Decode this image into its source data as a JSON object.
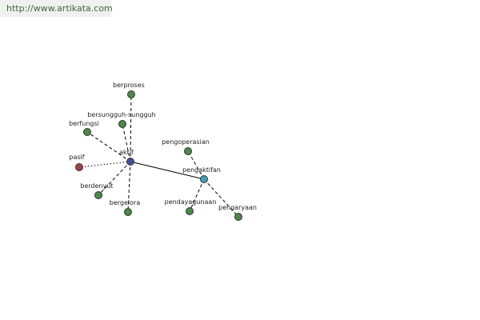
{
  "header": {
    "url": "http://www.artikata.com"
  },
  "colors": {
    "edge": "#000000",
    "label": "#222222",
    "node_default": "#4a8a46",
    "node_center": "#3f4fa0",
    "node_hub": "#3aa3b8",
    "node_antonym": "#a14343",
    "url_text": "#3d6b37"
  },
  "graph": {
    "nodes": [
      {
        "id": "aktif",
        "label": "aktif",
        "role": "center"
      },
      {
        "id": "pengaktifan",
        "label": "pengaktifan",
        "role": "hub"
      },
      {
        "id": "pasif",
        "label": "pasif",
        "role": "antonym"
      },
      {
        "id": "berproses",
        "label": "berproses",
        "role": "default"
      },
      {
        "id": "bersungguh",
        "label": "bersungguh-sungguh",
        "role": "default"
      },
      {
        "id": "berfungsi",
        "label": "berfungsi",
        "role": "default"
      },
      {
        "id": "berdenyut",
        "label": "berdenyut",
        "role": "default"
      },
      {
        "id": "bergelora",
        "label": "bergelora",
        "role": "default"
      },
      {
        "id": "pengoperasian",
        "label": "pengoperasian",
        "role": "default"
      },
      {
        "id": "pendayagunaan",
        "label": "pendayagunaan",
        "role": "default"
      },
      {
        "id": "pengaryaan",
        "label": "pengaryaan",
        "role": "default"
      }
    ],
    "edges": [
      {
        "from": "aktif",
        "to": "pengaktifan",
        "style": "solid"
      },
      {
        "from": "aktif",
        "to": "berproses",
        "style": "dashed"
      },
      {
        "from": "aktif",
        "to": "bersungguh",
        "style": "dashed"
      },
      {
        "from": "aktif",
        "to": "berfungsi",
        "style": "dashed"
      },
      {
        "from": "aktif",
        "to": "pasif",
        "style": "dotted"
      },
      {
        "from": "aktif",
        "to": "berdenyut",
        "style": "dashed"
      },
      {
        "from": "aktif",
        "to": "bergelora",
        "style": "dashed"
      },
      {
        "from": "pengaktifan",
        "to": "pengoperasian",
        "style": "dashed"
      },
      {
        "from": "pengaktifan",
        "to": "pendayagunaan",
        "style": "dashed"
      },
      {
        "from": "pengaktifan",
        "to": "pengaryaan",
        "style": "dashed"
      }
    ]
  }
}
